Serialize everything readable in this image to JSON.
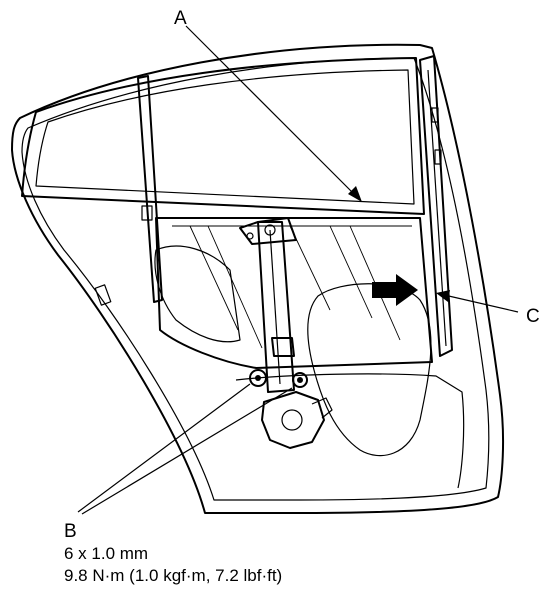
{
  "callouts": {
    "a": "A",
    "b": "B",
    "c": "C"
  },
  "specs": {
    "bolt_size": "6 x 1.0 mm",
    "torque": "9.8 N·m (1.0 kgf·m, 7.2 lbf·ft)"
  }
}
